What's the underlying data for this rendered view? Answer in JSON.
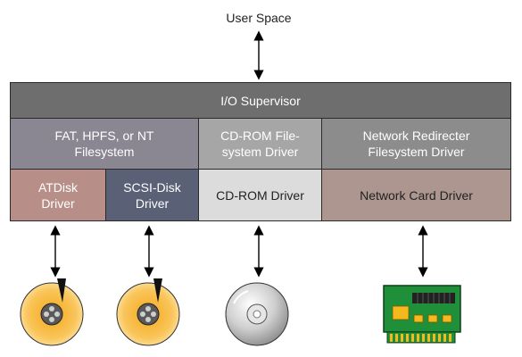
{
  "labels": {
    "user_space": "User Space",
    "io_supervisor": "I/O Supervisor",
    "fat_fs": "FAT, HPFS, or NT\nFilesystem",
    "cdrom_fs": "CD-ROM File-\nsystem Driver",
    "net_redirector": "Network Redirecter\nFilesystem Driver",
    "atdisk": "ATDisk\nDriver",
    "scsi_disk": "SCSI-Disk\nDriver",
    "cdrom_driver": "CD-ROM Driver",
    "net_card": "Network Card Driver"
  },
  "colors": {
    "io_supervisor": "#6e6e6e",
    "fat_fs": "#8a8692",
    "cdrom_fs": "#a6a6a6",
    "net_redirector": "#8c8c8c",
    "atdisk": "#b88f88",
    "scsi_disk": "#5a6075",
    "cdrom_driver": "#dcdcdc",
    "net_card": "#ad9590",
    "disk_orange": "#f6a81b",
    "pcb_green": "#1f8f3a"
  },
  "icons": [
    "hard-disk-icon",
    "hard-disk-icon",
    "cd-rom-icon",
    "network-card-icon"
  ]
}
